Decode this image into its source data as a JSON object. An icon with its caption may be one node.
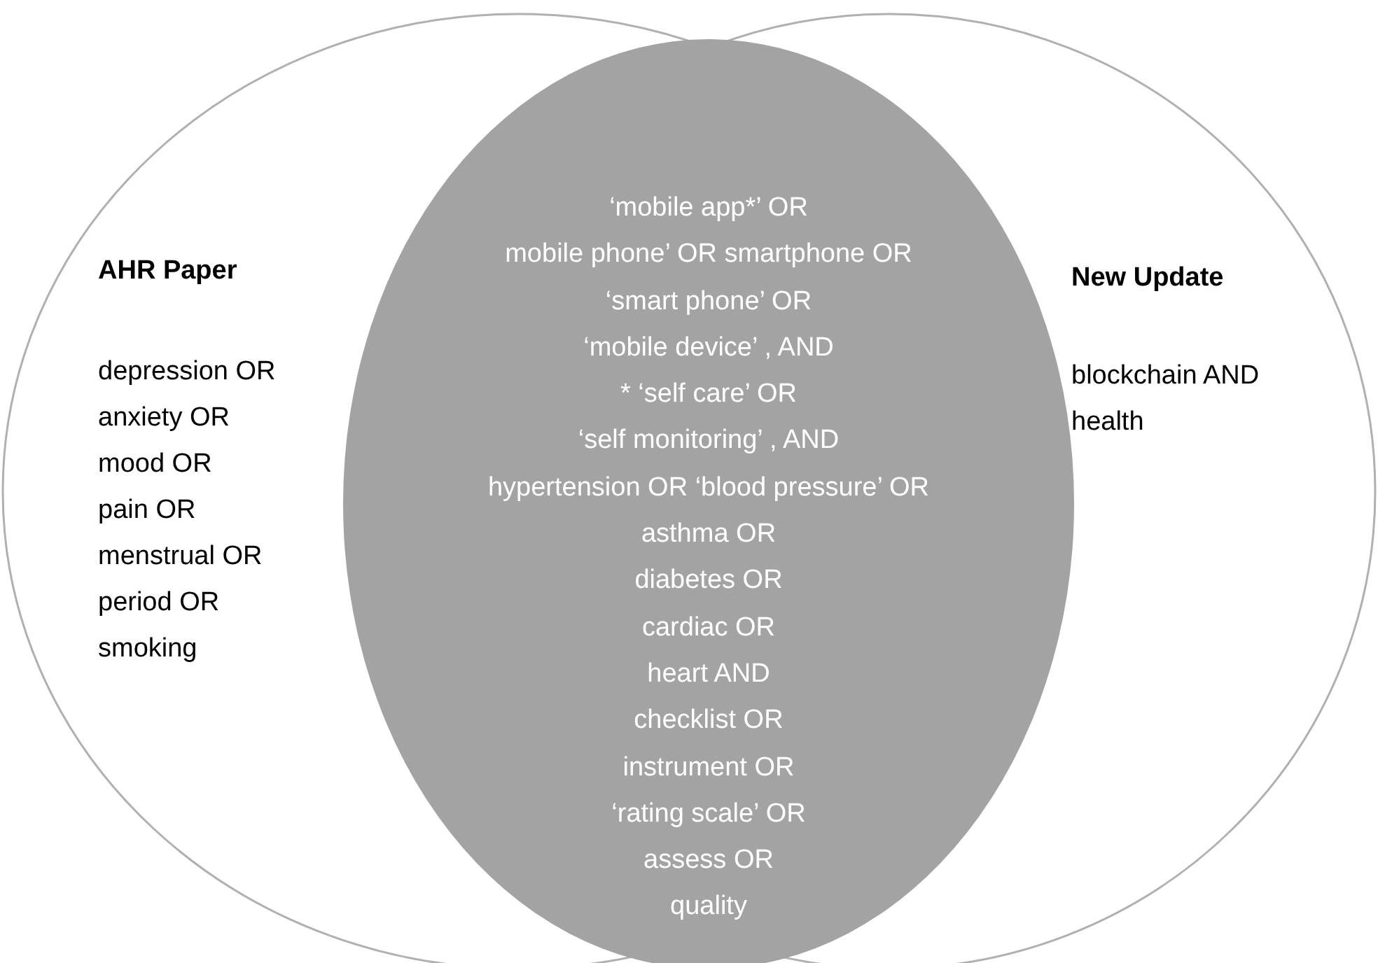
{
  "diagram": {
    "nodes": [
      {
        "text": [
          "AHR Paper",
          "depression OR",
          "anxiety OR",
          "mood OR",
          "pain OR",
          "menstrual OR",
          "period OR",
          "smoking"
        ]
      },
      {
        "text": [
          "‘mobile app*’ OR",
          "mobile phone’ OR smartphone OR",
          "‘smart phone’ OR",
          "‘mobile device’ , AND",
          "* ‘self care’ OR",
          "‘self monitoring’ , AND",
          "hypertension OR ‘blood pressure’ OR",
          "asthma OR",
          "diabetes OR",
          "cardiac OR",
          "heart AND",
          "checklist OR",
          "instrument OR",
          "‘rating scale’ OR",
          "assess OR",
          "quality"
        ]
      },
      {
        "text": [
          "New Update",
          "blockchain AND",
          "health"
        ]
      }
    ]
  }
}
